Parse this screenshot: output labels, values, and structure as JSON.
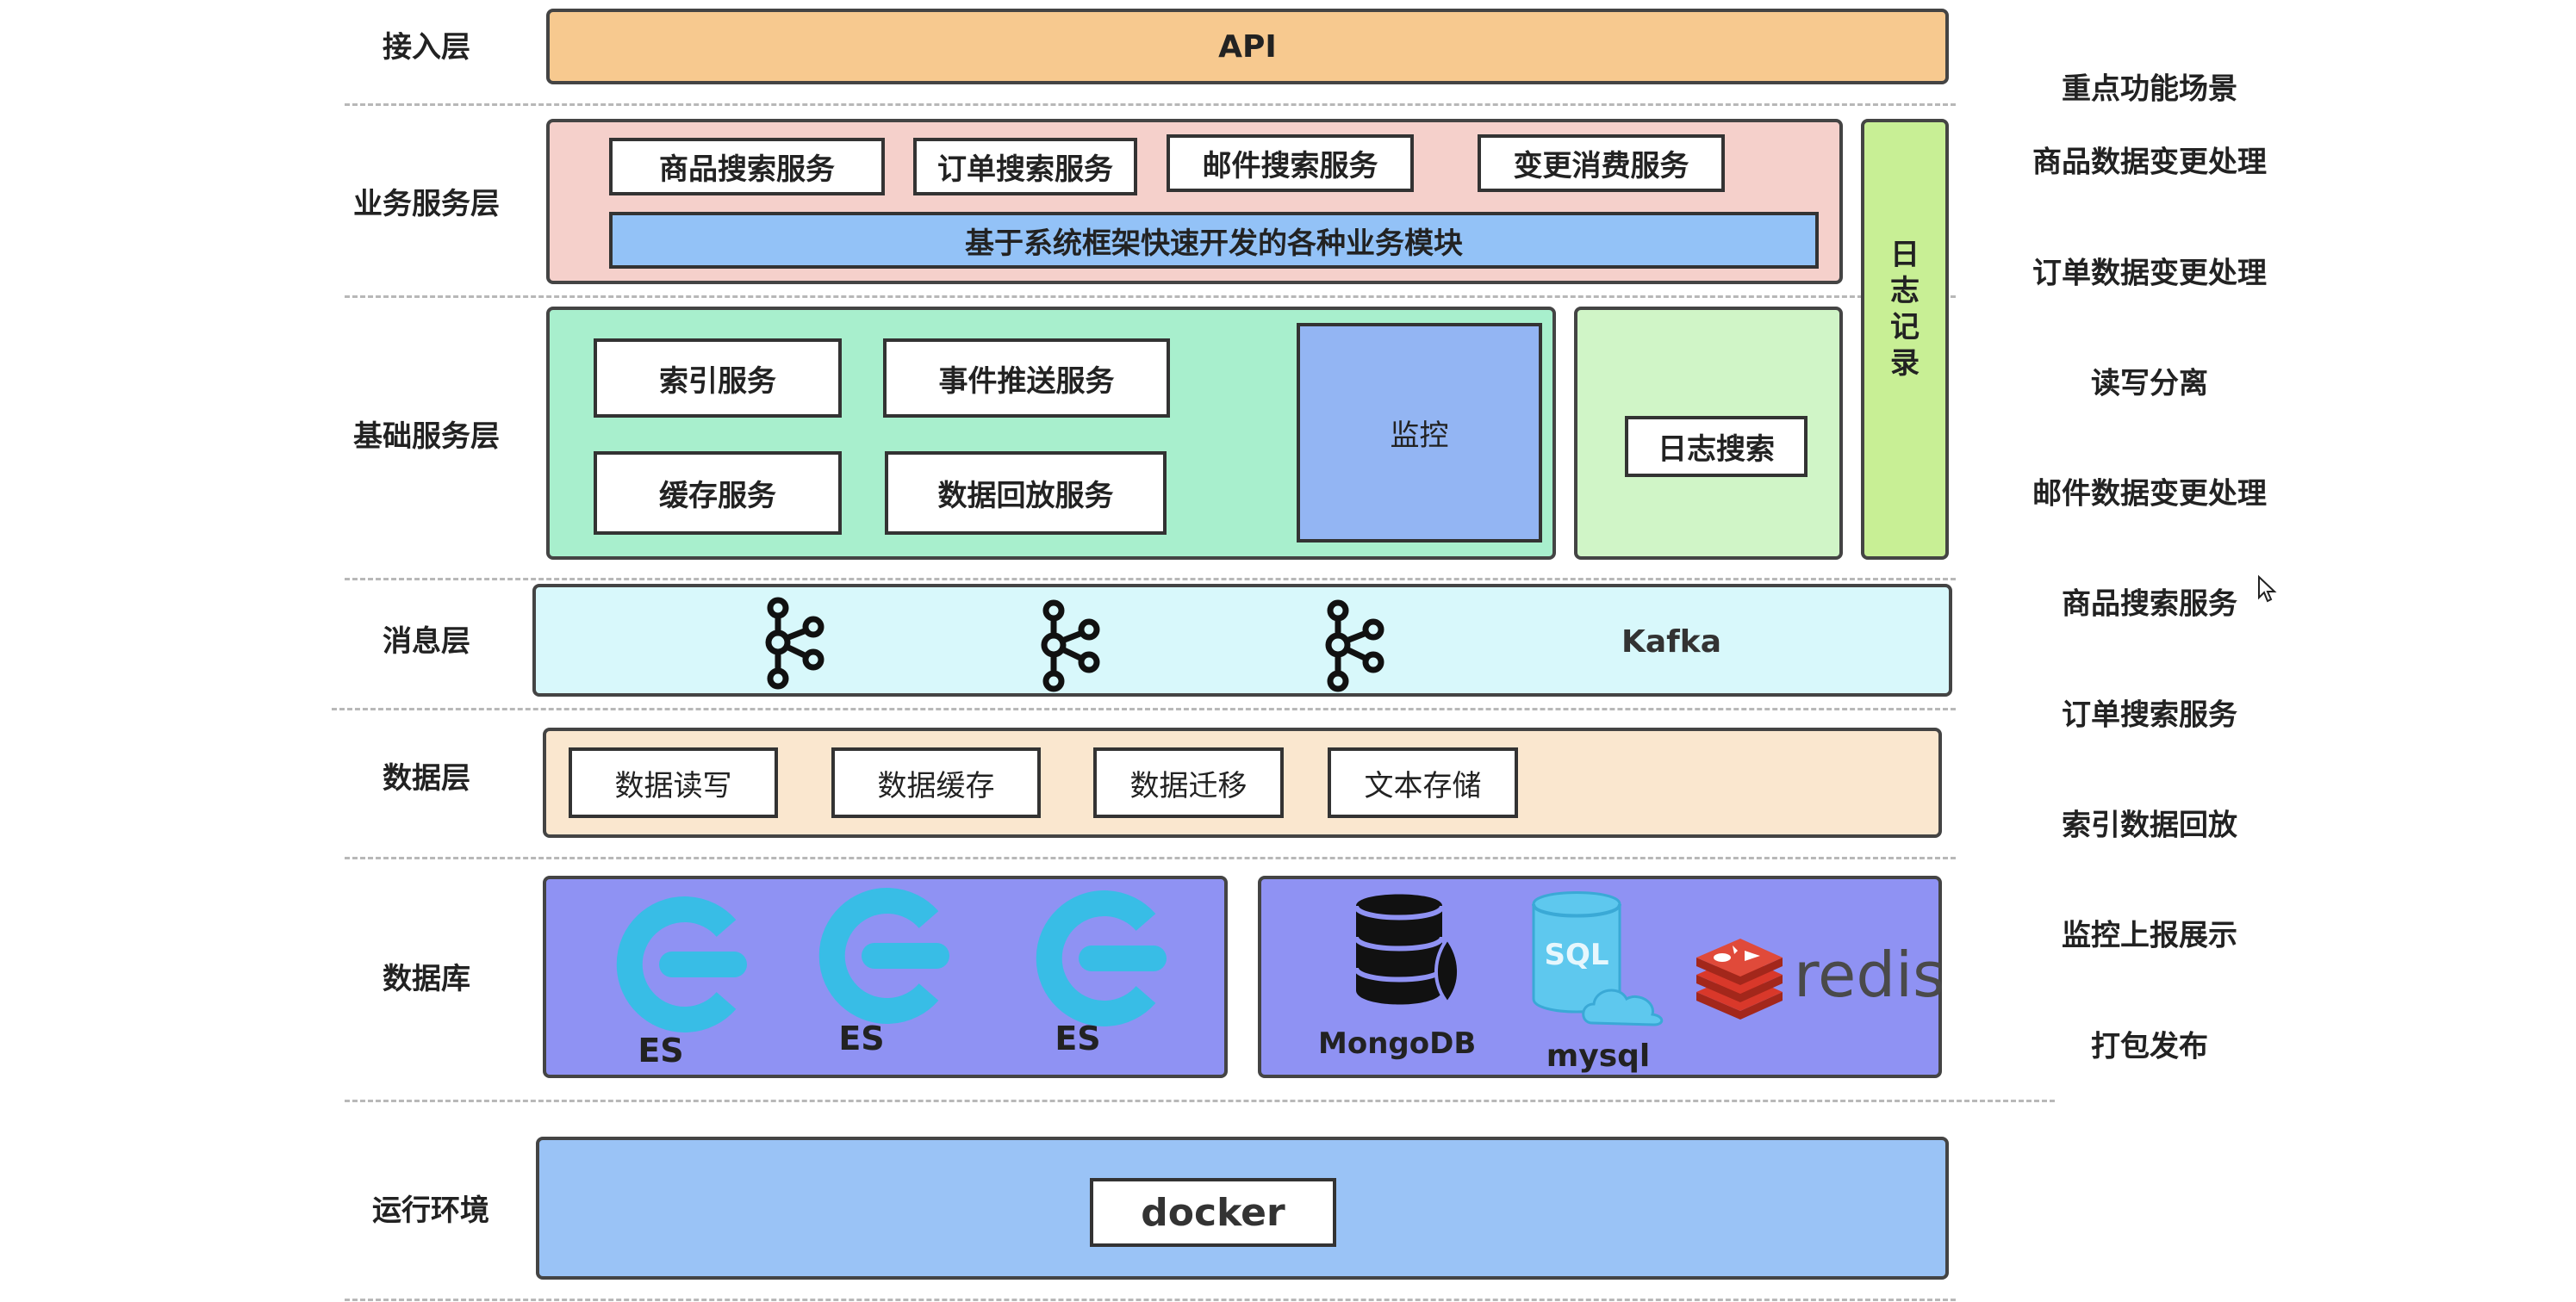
{
  "layers": {
    "access": "接入层",
    "business": "业务服务层",
    "base": "基础服务层",
    "message": "消息层",
    "data": "数据层",
    "database": "数据库",
    "runtime": "运行环境"
  },
  "access": {
    "api": "API"
  },
  "business": {
    "services": [
      "商品搜索服务",
      "订单搜索服务",
      "邮件搜索服务",
      "变更消费服务"
    ],
    "framework": "基于系统框架快速开发的各种业务模块"
  },
  "base": {
    "services": [
      "索引服务",
      "事件推送服务",
      "缓存服务",
      "数据回放服务"
    ],
    "monitor": "监控",
    "log_search": "日志搜索"
  },
  "log_column": [
    "日",
    "志",
    "记",
    "录"
  ],
  "message": {
    "kafka": "Kafka"
  },
  "data": {
    "items": [
      "数据读写",
      "数据缓存",
      "数据迁移",
      "文本存储"
    ]
  },
  "database": {
    "es": [
      "ES",
      "ES",
      "ES"
    ],
    "mongodb": "MongoDB",
    "mysql": "mysql",
    "sql_icon_text": "SQL",
    "redis": "redis"
  },
  "runtime": {
    "docker": "docker"
  },
  "features": {
    "title": "重点功能场景",
    "items": [
      "商品数据变更处理",
      "订单数据变更处理",
      "读写分离",
      "邮件数据变更处理",
      "商品搜索服务",
      "订单搜索服务",
      "索引数据回放",
      "监控上报展示",
      "打包发布"
    ]
  },
  "colors": {
    "api": "#f7c98f",
    "business": "#f5d0cb",
    "framework": "#93c2f7",
    "base": "#a8efcd",
    "monitor": "#93b5f3",
    "log_panel": "#d0f5c7",
    "log_column": "#c8ef95",
    "message": "#d8f8fb",
    "data": "#fae7cf",
    "database": "#8f92f3",
    "es": "#38bde6",
    "runtime": "#9ac3f6"
  }
}
